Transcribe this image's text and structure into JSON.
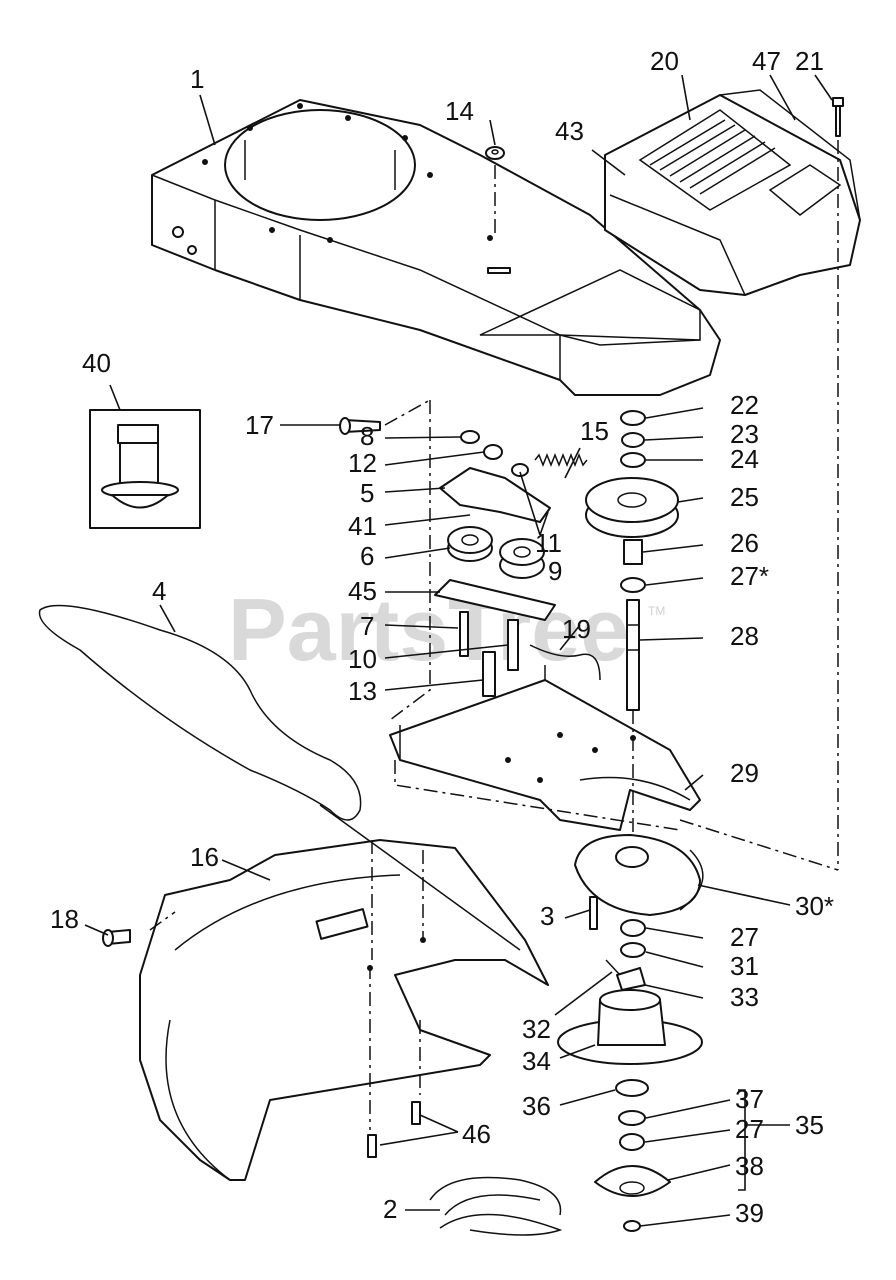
{
  "watermark": {
    "text": "PartsTree",
    "tm": "TM"
  },
  "callouts": [
    {
      "id": "c1",
      "label": "1"
    },
    {
      "id": "c2",
      "label": "2"
    },
    {
      "id": "c3",
      "label": "3"
    },
    {
      "id": "c4",
      "label": "4"
    },
    {
      "id": "c5",
      "label": "5"
    },
    {
      "id": "c6",
      "label": "6"
    },
    {
      "id": "c7",
      "label": "7"
    },
    {
      "id": "c8",
      "label": "8"
    },
    {
      "id": "c9",
      "label": "9"
    },
    {
      "id": "c10",
      "label": "10"
    },
    {
      "id": "c11",
      "label": "11"
    },
    {
      "id": "c12",
      "label": "12"
    },
    {
      "id": "c13",
      "label": "13"
    },
    {
      "id": "c14",
      "label": "14"
    },
    {
      "id": "c15",
      "label": "15"
    },
    {
      "id": "c16",
      "label": "16"
    },
    {
      "id": "c17",
      "label": "17"
    },
    {
      "id": "c18",
      "label": "18"
    },
    {
      "id": "c19",
      "label": "19"
    },
    {
      "id": "c20",
      "label": "20"
    },
    {
      "id": "c21",
      "label": "21"
    },
    {
      "id": "c22",
      "label": "22"
    },
    {
      "id": "c23",
      "label": "23"
    },
    {
      "id": "c24",
      "label": "24"
    },
    {
      "id": "c25",
      "label": "25"
    },
    {
      "id": "c26",
      "label": "26"
    },
    {
      "id": "c27a",
      "label": "27*"
    },
    {
      "id": "c27b",
      "label": "27"
    },
    {
      "id": "c27c",
      "label": "27"
    },
    {
      "id": "c28",
      "label": "28"
    },
    {
      "id": "c29",
      "label": "29"
    },
    {
      "id": "c30",
      "label": "30*"
    },
    {
      "id": "c31",
      "label": "31"
    },
    {
      "id": "c32",
      "label": "32"
    },
    {
      "id": "c33",
      "label": "33"
    },
    {
      "id": "c34",
      "label": "34"
    },
    {
      "id": "c35",
      "label": "35"
    },
    {
      "id": "c36",
      "label": "36"
    },
    {
      "id": "c37",
      "label": "37"
    },
    {
      "id": "c38",
      "label": "38"
    },
    {
      "id": "c39",
      "label": "39"
    },
    {
      "id": "c40",
      "label": "40"
    },
    {
      "id": "c41",
      "label": "41"
    },
    {
      "id": "c43",
      "label": "43"
    },
    {
      "id": "c45",
      "label": "45"
    },
    {
      "id": "c46",
      "label": "46"
    },
    {
      "id": "c47",
      "label": "47"
    }
  ]
}
